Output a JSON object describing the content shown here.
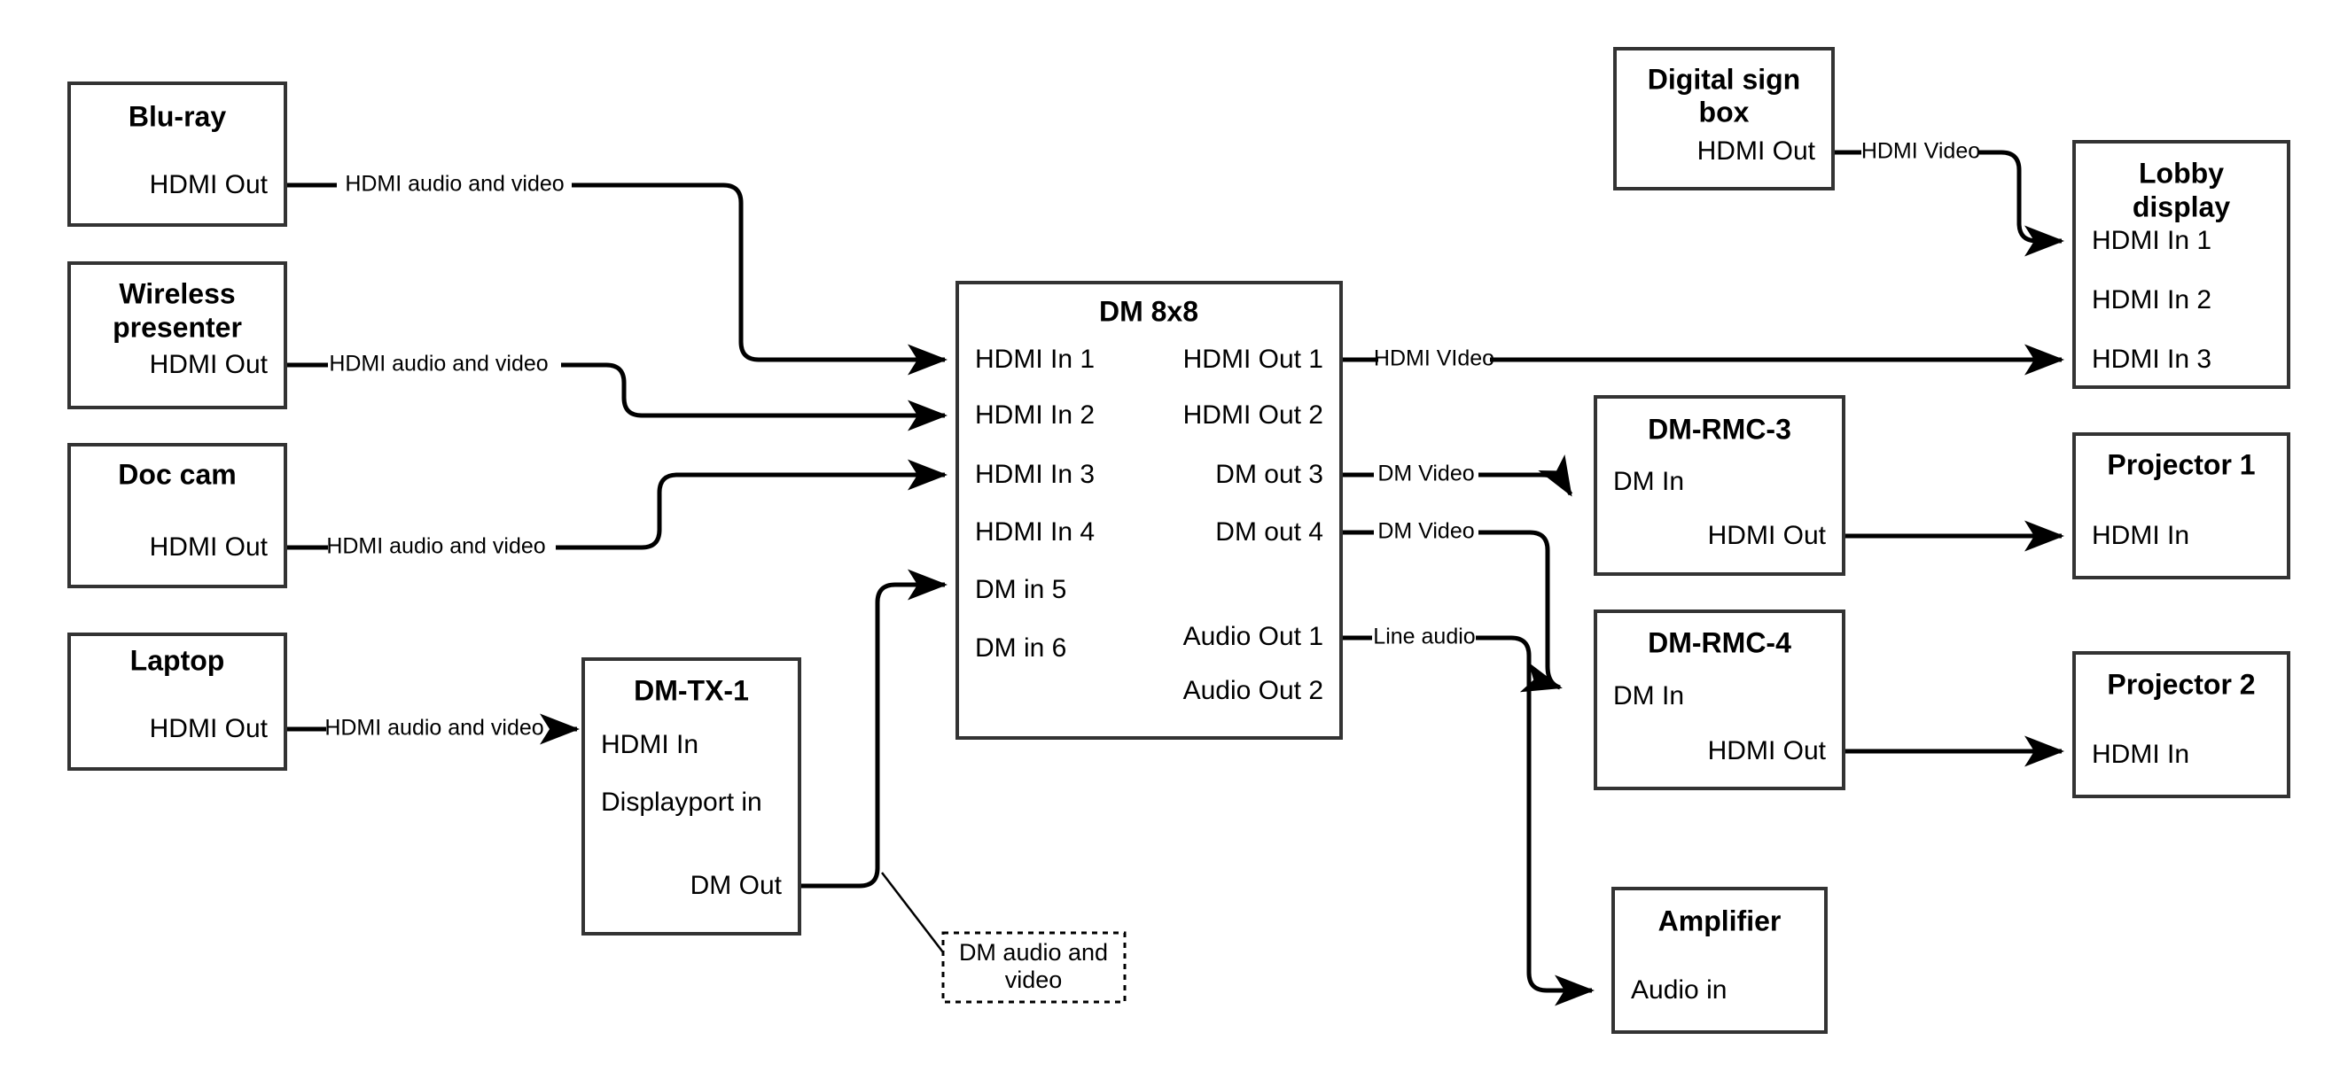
{
  "diagram": {
    "title": "Crestron DigitalMedia AV signal flow",
    "type": "block-diagram",
    "background": "#ffffff",
    "line_color": "#000000",
    "box_stroke": "#333333",
    "nodes": [
      {
        "id": "blu-ray",
        "title": "Blu-ray",
        "ports_right": [
          "HDMI Out"
        ],
        "ports_left": []
      },
      {
        "id": "wireless-presenter",
        "title": "Wireless presenter",
        "title_lines": [
          "Wireless",
          "presenter"
        ],
        "ports_right": [
          "HDMI Out"
        ],
        "ports_left": []
      },
      {
        "id": "doc-cam",
        "title": "Doc cam",
        "ports_right": [
          "HDMI Out"
        ],
        "ports_left": []
      },
      {
        "id": "laptop",
        "title": "Laptop",
        "ports_right": [
          "HDMI Out"
        ],
        "ports_left": []
      },
      {
        "id": "dm-tx-1",
        "title": "DM-TX-1",
        "ports_left": [
          "HDMI In",
          "Displayport in"
        ],
        "ports_right": [
          "DM Out"
        ]
      },
      {
        "id": "dm-8x8",
        "title": "DM 8x8",
        "ports_left": [
          "HDMI In 1",
          "HDMI In 2",
          "HDMI In 3",
          "HDMI In 4",
          "DM in 5",
          "DM in 6"
        ],
        "ports_right": [
          "HDMI Out 1",
          "HDMI Out 2",
          "DM out 3",
          "DM out 4",
          "Audio Out 1",
          "Audio Out 2"
        ]
      },
      {
        "id": "digital-sign-box",
        "title": "Digital sign box",
        "title_lines": [
          "Digital sign",
          "box"
        ],
        "ports_right": [
          "HDMI Out"
        ],
        "ports_left": []
      },
      {
        "id": "lobby-display",
        "title": "Lobby display",
        "title_lines": [
          "Lobby",
          "display"
        ],
        "ports_left": [
          "HDMI In 1",
          "HDMI In 2",
          "HDMI In 3"
        ],
        "ports_right": []
      },
      {
        "id": "dm-rmc-3",
        "title": "DM-RMC-3",
        "ports_left": [
          "DM In"
        ],
        "ports_right": [
          "HDMI Out"
        ]
      },
      {
        "id": "dm-rmc-4",
        "title": "DM-RMC-4",
        "ports_left": [
          "DM In"
        ],
        "ports_right": [
          "HDMI Out"
        ]
      },
      {
        "id": "projector-1",
        "title": "Projector 1",
        "ports_left": [
          "HDMI In"
        ],
        "ports_right": []
      },
      {
        "id": "projector-2",
        "title": "Projector 2",
        "ports_left": [
          "HDMI In"
        ],
        "ports_right": []
      },
      {
        "id": "amplifier",
        "title": "Amplifier",
        "ports_left": [
          "Audio in"
        ],
        "ports_right": []
      }
    ],
    "notes": [
      {
        "id": "dm-audio-video-note",
        "lines": [
          "DM audio and",
          "video"
        ]
      }
    ],
    "edges": [
      {
        "id": "bluray-to-dm",
        "label": "HDMI audio and video",
        "from": "blu-ray.HDMI Out",
        "to": "dm-8x8.HDMI In 1"
      },
      {
        "id": "wireless-to-dm",
        "label": "HDMI audio and video",
        "from": "wireless-presenter.HDMI Out",
        "to": "dm-8x8.HDMI In 2"
      },
      {
        "id": "doccam-to-dm",
        "label": "HDMI audio and video",
        "from": "doc-cam.HDMI Out",
        "to": "dm-8x8.HDMI In 3"
      },
      {
        "id": "laptop-to-tx",
        "label": "HDMI audio and video",
        "from": "laptop.HDMI Out",
        "to": "dm-tx-1.HDMI In"
      },
      {
        "id": "tx-to-dm",
        "label": "DM audio and video",
        "from": "dm-tx-1.DM Out",
        "to": "dm-8x8.DM in 5"
      },
      {
        "id": "dm-out1-to-lobby",
        "label": "HDMI VIdeo",
        "from": "dm-8x8.HDMI Out 1",
        "to": "lobby-display.HDMI In 3"
      },
      {
        "id": "dm-out3-to-rmc3",
        "label": "DM Video",
        "from": "dm-8x8.DM out 3",
        "to": "dm-rmc-3.DM In"
      },
      {
        "id": "dm-out4-to-rmc4",
        "label": "DM Video",
        "from": "dm-8x8.DM out 4",
        "to": "dm-rmc-4.DM In"
      },
      {
        "id": "dm-audio1-to-amp",
        "label": "Line audio",
        "from": "dm-8x8.Audio Out 1",
        "to": "amplifier.Audio in"
      },
      {
        "id": "sign-to-lobby",
        "label": "HDMI Video",
        "from": "digital-sign-box.HDMI Out",
        "to": "lobby-display.HDMI In 1"
      },
      {
        "id": "rmc3-to-proj1",
        "label": "",
        "from": "dm-rmc-3.HDMI Out",
        "to": "projector-1.HDMI In"
      },
      {
        "id": "rmc4-to-proj2",
        "label": "",
        "from": "dm-rmc-4.HDMI Out",
        "to": "projector-2.HDMI In"
      }
    ]
  },
  "labels": {
    "blu_ray_title": "Blu-ray",
    "blu_ray_port": "HDMI Out",
    "wireless_title_1": "Wireless",
    "wireless_title_2": "presenter",
    "wireless_port": "HDMI Out",
    "doccam_title": "Doc cam",
    "doccam_port": "HDMI Out",
    "laptop_title": "Laptop",
    "laptop_port": "HDMI Out",
    "tx_title": "DM-TX-1",
    "tx_port_hdmi_in": "HDMI In",
    "tx_port_dp_in": "Displayport in",
    "tx_port_dm_out": "DM Out",
    "dm_title": "DM 8x8",
    "dm_in_1": "HDMI In 1",
    "dm_in_2": "HDMI In 2",
    "dm_in_3": "HDMI In 3",
    "dm_in_4": "HDMI In 4",
    "dm_in_5": "DM in 5",
    "dm_in_6": "DM in 6",
    "dm_out_1": "HDMI Out 1",
    "dm_out_2": "HDMI Out 2",
    "dm_out_3": "DM out 3",
    "dm_out_4": "DM out 4",
    "dm_audio_out_1": "Audio Out 1",
    "dm_audio_out_2": "Audio Out 2",
    "sign_title_1": "Digital sign",
    "sign_title_2": "box",
    "sign_port": "HDMI Out",
    "lobby_title_1": "Lobby",
    "lobby_title_2": "display",
    "lobby_in_1": "HDMI In 1",
    "lobby_in_2": "HDMI In 2",
    "lobby_in_3": "HDMI In 3",
    "rmc3_title": "DM-RMC-3",
    "rmc3_in": "DM In",
    "rmc3_out": "HDMI Out",
    "rmc4_title": "DM-RMC-4",
    "rmc4_in": "DM In",
    "rmc4_out": "HDMI Out",
    "proj1_title": "Projector 1",
    "proj1_in": "HDMI In",
    "proj2_title": "Projector 2",
    "proj2_in": "HDMI In",
    "amp_title": "Amplifier",
    "amp_in": "Audio in",
    "edge_hdmi_av_1": "HDMI audio and video",
    "edge_hdmi_av_2": "HDMI audio and video",
    "edge_hdmi_av_3": "HDMI audio and video",
    "edge_hdmi_av_4": "HDMI audio and video",
    "edge_hdmi_video_out1": "HDMI VIdeo",
    "edge_dm_video_3": "DM Video",
    "edge_dm_video_4": "DM Video",
    "edge_line_audio": "Line audio",
    "edge_hdmi_video_sign": "HDMI Video",
    "note_dm_av_1": "DM audio and",
    "note_dm_av_2": "video"
  }
}
